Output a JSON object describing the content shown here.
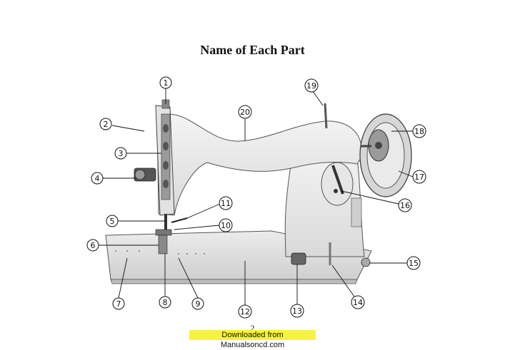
{
  "title": "Name of Each Part",
  "page_number": "2",
  "footer_banner": "Downloaded from Manualsoncd.com",
  "callouts": [
    "1",
    "2",
    "3",
    "4",
    "5",
    "6",
    "7",
    "8",
    "9",
    "10",
    "11",
    "12",
    "13",
    "14",
    "15",
    "16",
    "17",
    "18",
    "19",
    "20"
  ]
}
